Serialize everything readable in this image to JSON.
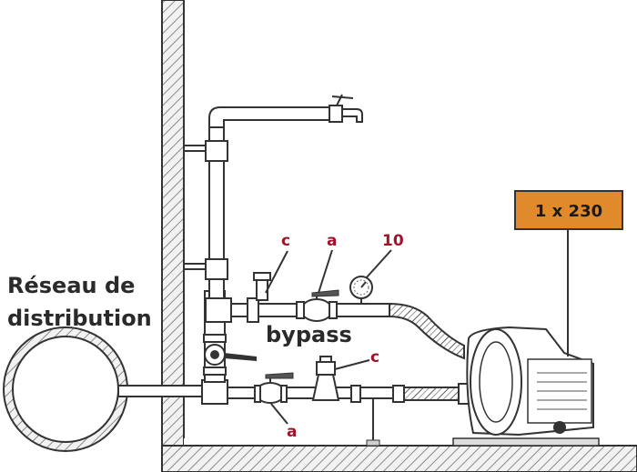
{
  "labels": {
    "network": [
      "Réseau de",
      "distribution"
    ],
    "bypass": "bypass",
    "valve_top": "a",
    "valve_bottom": "a",
    "check_top": "c",
    "check_bottom": "c",
    "gauge": "10",
    "power": "1 x 230"
  },
  "colors": {
    "power_box": "#e08a2c",
    "label_red": "#a0142a",
    "wall_hatch": "#888888"
  }
}
